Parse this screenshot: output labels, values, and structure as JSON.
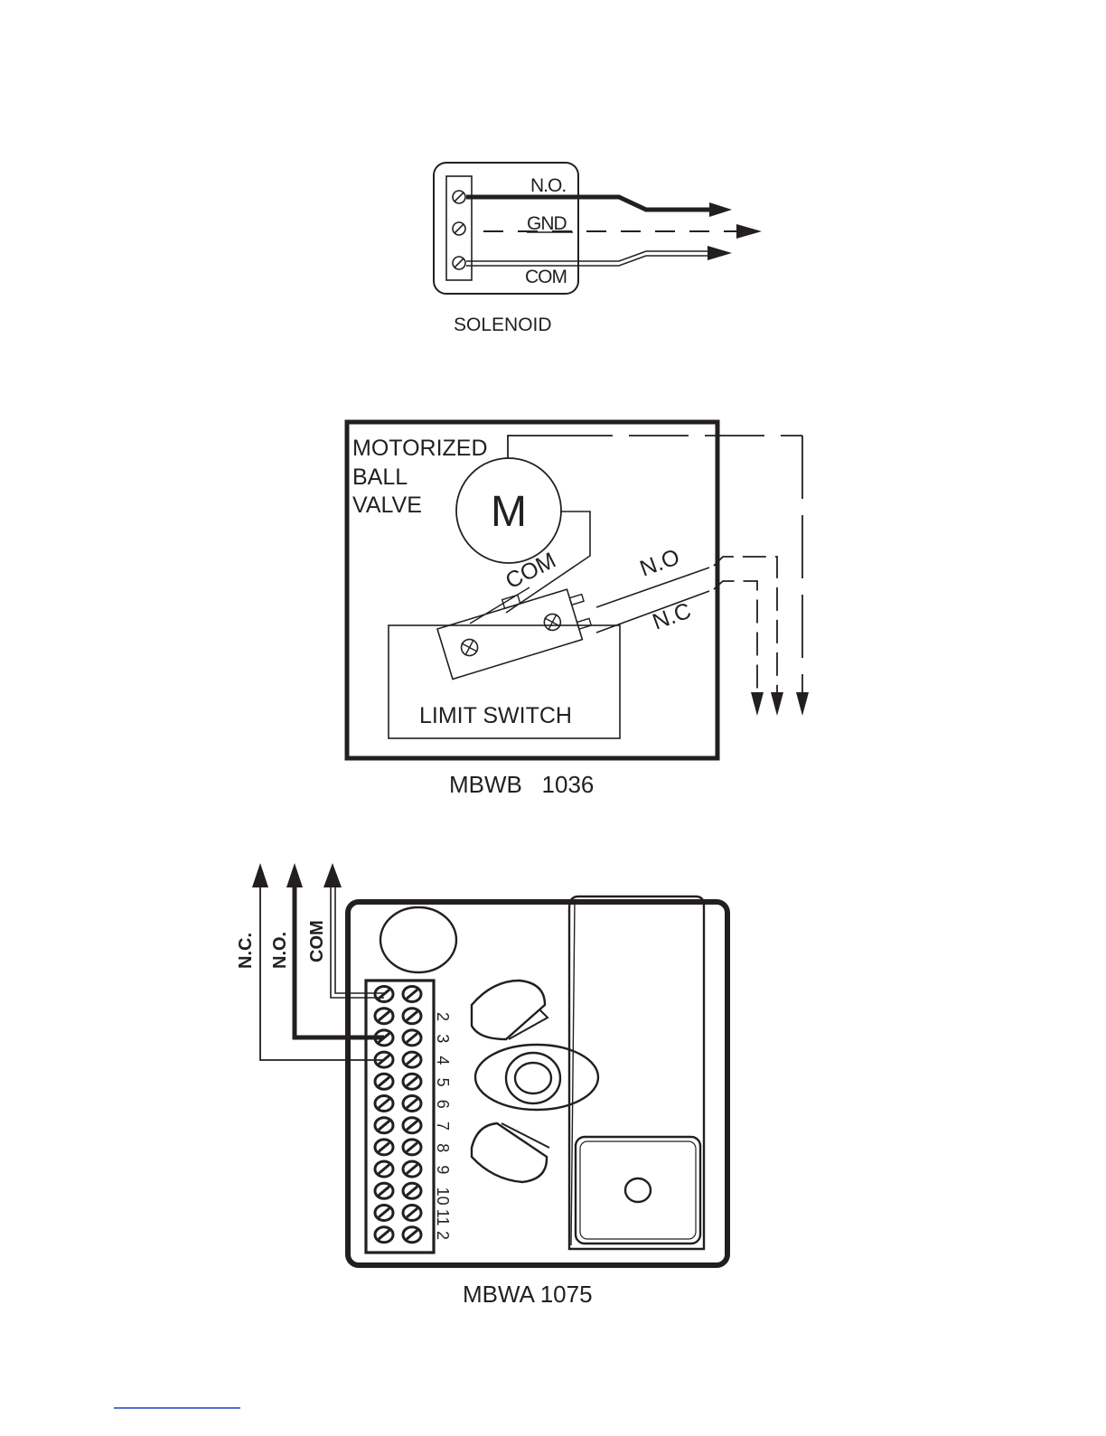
{
  "solenoid": {
    "label_no": "N.O.",
    "label_gnd": "GND",
    "label_com": "COM",
    "caption": "SOLENOID"
  },
  "ball_valve": {
    "title_line1": "MOTORIZED",
    "title_line2": "BALL",
    "title_line3": "VALVE",
    "motor_letter": "M",
    "label_com": "COM",
    "label_no": "N.O",
    "label_nc": "N.C",
    "limit_switch": "LIMIT SWITCH",
    "caption": "MBWB   1036"
  },
  "controller": {
    "wire_nc": "N.C.",
    "wire_no": "N.O.",
    "wire_com": "COM",
    "terminal_numbers": [
      "2",
      "3",
      "4",
      "5",
      "6",
      "7",
      "8",
      "9",
      "10",
      "11",
      "2"
    ],
    "caption": "MBWA 1075"
  },
  "colors": {
    "ink": "#231f20",
    "footer_rule": "#1f3fbf"
  }
}
